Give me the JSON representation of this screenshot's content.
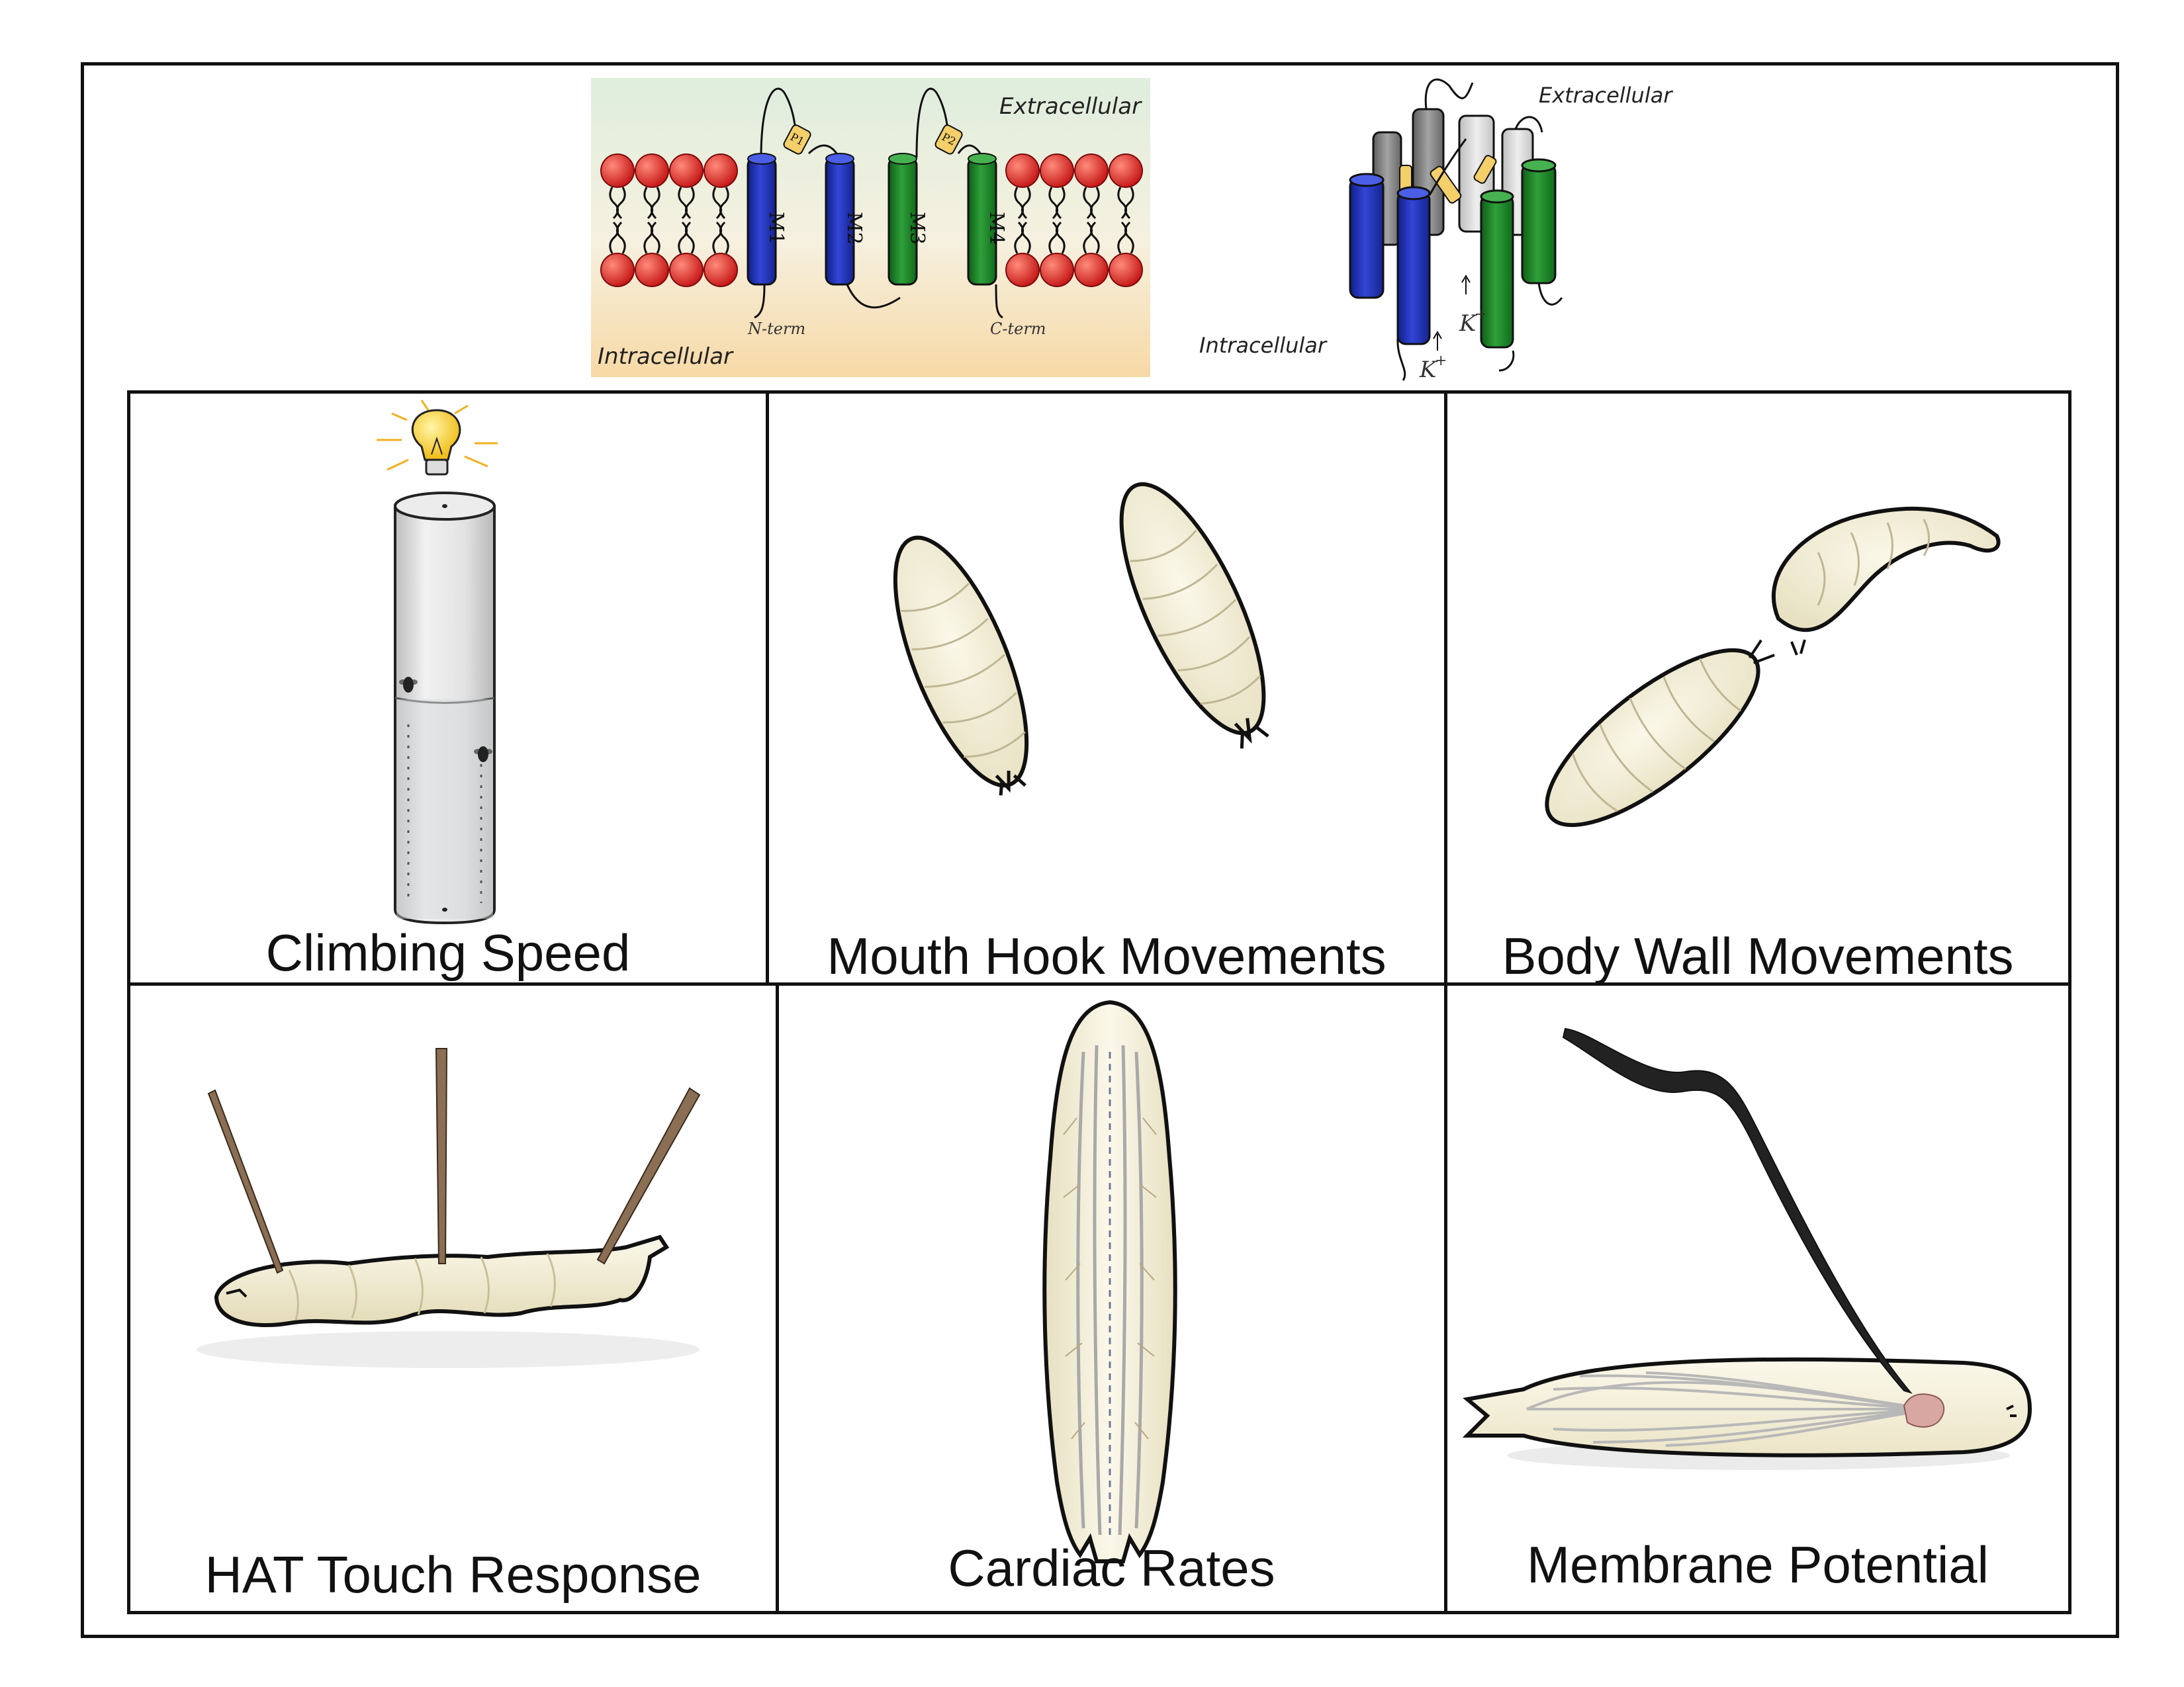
{
  "topology": {
    "extracellular": "Extracellular",
    "intracellular": "Intracellular",
    "helices": [
      "M1",
      "M2",
      "M3",
      "M4"
    ],
    "pores": [
      "P1",
      "P2"
    ],
    "n_term": "N-term",
    "c_term": "C-term"
  },
  "channel3d": {
    "extracellular": "Extracellular",
    "intracellular": "Intracellular",
    "ion_label": "K",
    "ion_charge": "+"
  },
  "panels": [
    {
      "label": "Climbing Speed"
    },
    {
      "label": "Mouth Hook Movements"
    },
    {
      "label": "Body Wall Movements"
    },
    {
      "label": "HAT Touch Response"
    },
    {
      "label": "Cardiac Rates"
    },
    {
      "label": "Membrane Potential"
    }
  ],
  "colors": {
    "lipid_head": "#e22020",
    "helix_blue": "#2232b8",
    "helix_green": "#1f8a2a",
    "pore_yellow": "#f4cf6a",
    "larva_body": "#f4efd9",
    "outline": "#111111"
  }
}
